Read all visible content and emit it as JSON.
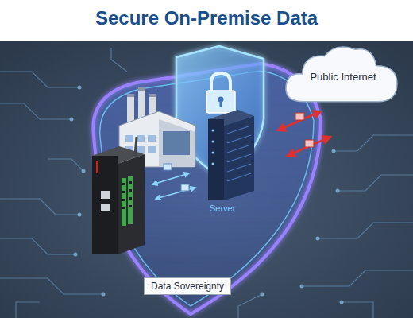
{
  "diagram": {
    "title": "Secure On-Premise Data",
    "nodes": [
      {
        "text": [
          "Public Internet"
        ]
      },
      {
        "text": [
          "Data Sovereignty"
        ]
      }
    ],
    "labels": [
      "Server"
    ]
  }
}
